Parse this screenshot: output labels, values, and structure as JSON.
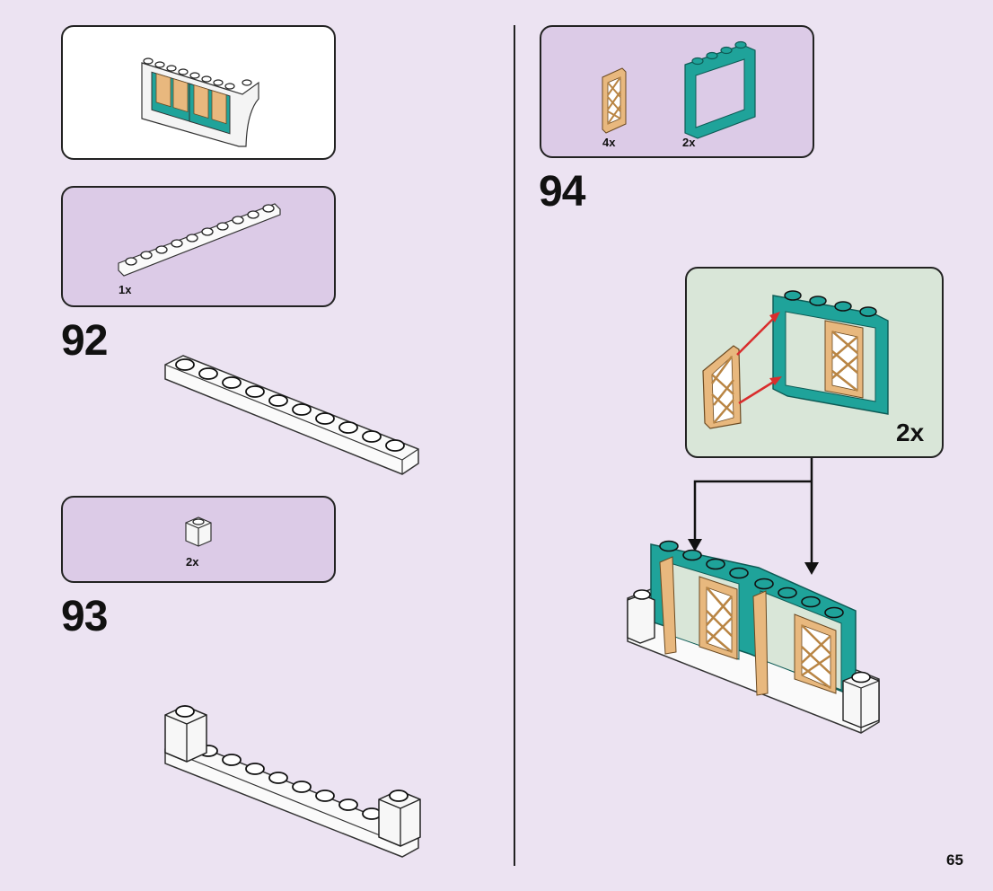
{
  "steps": {
    "s92": {
      "number": "92",
      "part_qty": "1x"
    },
    "s93": {
      "number": "93",
      "part_qty": "2x"
    },
    "s94": {
      "number": "94",
      "part_qty_a": "4x",
      "part_qty_b": "2x",
      "callout_qty": "2x"
    }
  },
  "page": {
    "number": "65"
  },
  "colors": {
    "background": "#ece3f2",
    "parts_box": "#dccbe7",
    "callout_box": "#d9e6d8",
    "teal": "#1fa39a",
    "tan": "#e8b87e"
  }
}
